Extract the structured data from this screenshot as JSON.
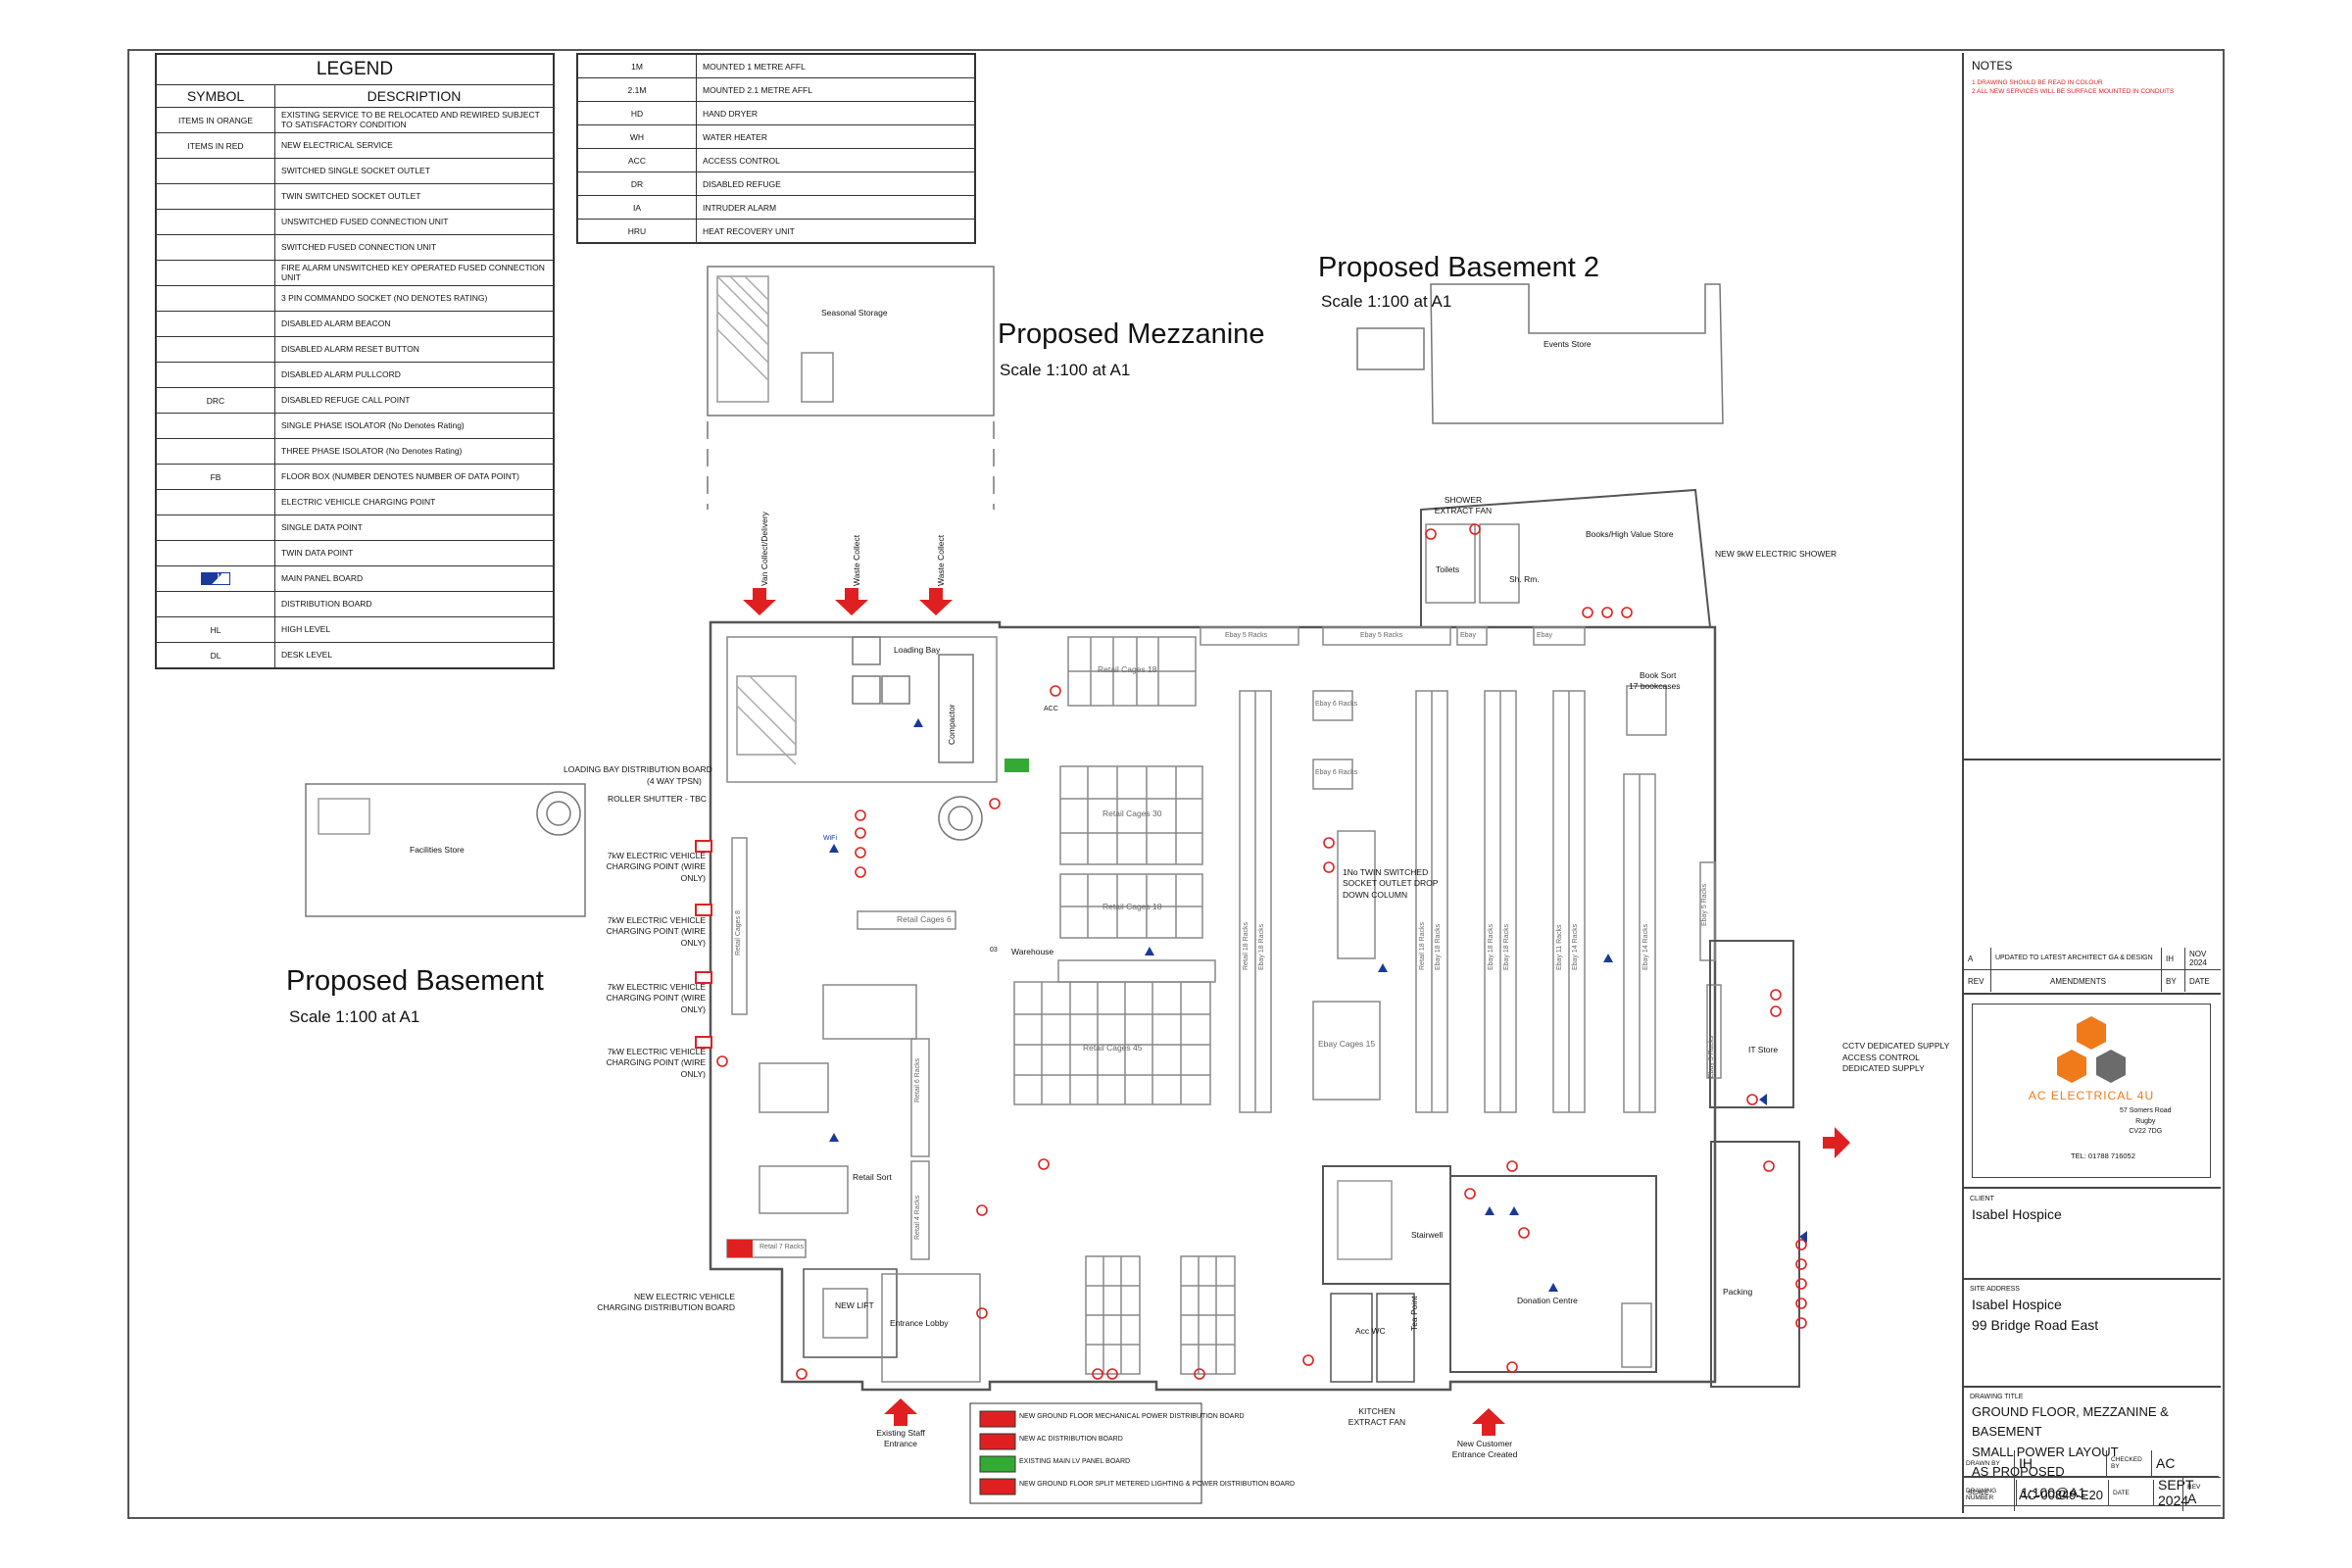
{
  "legend": {
    "title": "LEGEND",
    "col_symbol": "SYMBOL",
    "col_description": "DESCRIPTION",
    "rows": [
      {
        "symbol": "ITEMS IN ORANGE",
        "description": "EXISTING SERVICE TO BE RELOCATED AND REWIRED SUBJECT TO SATISFACTORY CONDITION"
      },
      {
        "symbol": "ITEMS IN RED",
        "description": "NEW ELECTRICAL SERVICE"
      },
      {
        "symbol": "",
        "description": "SWITCHED SINGLE SOCKET OUTLET"
      },
      {
        "symbol": "",
        "description": "TWIN SWITCHED SOCKET OUTLET"
      },
      {
        "symbol": "",
        "description": "UNSWITCHED FUSED CONNECTION UNIT"
      },
      {
        "symbol": "",
        "description": "SWITCHED FUSED CONNECTION UNIT"
      },
      {
        "symbol": "",
        "description": "FIRE ALARM UNSWITCHED KEY OPERATED FUSED CONNECTION UNIT"
      },
      {
        "symbol": "",
        "description": "3 PIN COMMANDO SOCKET (NO DENOTES RATING)"
      },
      {
        "symbol": "",
        "description": "DISABLED ALARM BEACON"
      },
      {
        "symbol": "",
        "description": "DISABLED ALARM RESET BUTTON"
      },
      {
        "symbol": "",
        "description": "DISABLED ALARM PULLCORD"
      },
      {
        "symbol": "DRC",
        "description": "DISABLED REFUGE CALL POINT"
      },
      {
        "symbol": "",
        "description": "SINGLE PHASE ISOLATOR (No Denotes Rating)"
      },
      {
        "symbol": "",
        "description": "THREE PHASE ISOLATOR (No Denotes Rating)"
      },
      {
        "symbol": "FB",
        "description": "FLOOR BOX (NUMBER DENOTES NUMBER OF DATA POINT)"
      },
      {
        "symbol": "",
        "description": "ELECTRIC VEHICLE CHARGING POINT"
      },
      {
        "symbol": "",
        "description": "SINGLE DATA POINT"
      },
      {
        "symbol": "",
        "description": "TWIN DATA POINT"
      },
      {
        "symbol": "MP",
        "description": "MAIN PANEL BOARD"
      },
      {
        "symbol": "",
        "description": "DISTRIBUTION BOARD"
      },
      {
        "symbol": "HL",
        "description": "HIGH LEVEL"
      },
      {
        "symbol": "DL",
        "description": "DESK LEVEL"
      }
    ]
  },
  "abbreviations": [
    {
      "code": "1M",
      "meaning": "MOUNTED 1 METRE AFFL"
    },
    {
      "code": "2.1M",
      "meaning": "MOUNTED 2.1 METRE AFFL"
    },
    {
      "code": "HD",
      "meaning": "HAND DRYER"
    },
    {
      "code": "WH",
      "meaning": "WATER HEATER"
    },
    {
      "code": "ACC",
      "meaning": "ACCESS CONTROL"
    },
    {
      "code": "DR",
      "meaning": "DISABLED REFUGE"
    },
    {
      "code": "IA",
      "meaning": "INTRUDER ALARM"
    },
    {
      "code": "HRU",
      "meaning": "HEAT RECOVERY UNIT"
    }
  ],
  "plan": {
    "mezzanine_title": "Proposed Mezzanine",
    "mezzanine_scale": "Scale 1:100 at A1",
    "basement2_title": "Proposed Basement 2",
    "basement2_scale": "Scale 1:100 at A1",
    "basement_title": "Proposed Basement",
    "basement_scale": "Scale 1:100 at A1",
    "rooms": {
      "seasonal_storage": "Seasonal Storage",
      "events_store": "Events Store",
      "facilities_store": "Facilities Store",
      "loading_bay": "Loading Bay",
      "compactor": "Compactor",
      "warehouse": "Warehouse",
      "retail_sort": "Retail Sort",
      "entrance_lobby": "Entrance Lobby",
      "new_lift": "NEW LIFT",
      "stairwell": "Stairwell",
      "donation_centre": "Donation Centre",
      "packing": "Packing",
      "it_store": "IT Store",
      "books_store": "Books/High Value Store",
      "toilets": "Toilets",
      "shower_room": "Sh. Rm.",
      "acc_wc": "Acc WC",
      "tea_point": "Tea Point",
      "book_sort": "Book Sort",
      "bookcases": "17 bookcases"
    },
    "cages": {
      "c18": "Retail Cages 18",
      "c30": "Retail Cages 30",
      "c18b": "Retail Cages 18",
      "c6": "Retail Cages 6",
      "c45": "Retail Cages 45",
      "ebay15": "Ebay Cages 15"
    },
    "racks": {
      "ebay5a": "Ebay 5 Racks",
      "ebay5b": "Ebay 5 Racks",
      "ebay_a": "Ebay",
      "ebay_b": "Ebay",
      "ebay6a": "Ebay 6 Racks",
      "ebay6b": "Ebay 6 Racks",
      "retail18": "Retail 18 Racks",
      "ebay18": "Ebay 18 Racks",
      "retail18b": "Retail 18 Racks",
      "ebay18b": "Ebay 18 Racks",
      "ebay18c": "Ebay 18 Racks",
      "ebay18d": "Ebay 18 Racks",
      "ebay11": "Ebay 11 Racks",
      "ebay14a": "Ebay 14 Racks",
      "ebay14b": "Ebay 14 Racks",
      "ebay5c": "Ebay 5 Racks",
      "ebay5d": "Ebay 5 Racks",
      "retail8": "Retail Cages 8",
      "retail6": "Retail 6 Racks",
      "retail4": "Retail 4 Racks",
      "retail7": "Retail 7 Racks"
    },
    "annotations": {
      "van_collect": "Van Collect/Delivery",
      "waste1": "Waste Collect",
      "waste2": "Waste Collect",
      "loading_db": "LOADING BAY DISTRIBUTION BOARD",
      "loading_db2": "(4 WAY TPSN)",
      "roller_shutter": "ROLLER SHUTTER - TBC",
      "ev1": "7kW ELECTRIC VEHICLE CHARGING POINT (WIRE ONLY)",
      "ev2": "7kW ELECTRIC VEHICLE CHARGING POINT (WIRE ONLY)",
      "ev3": "7kW ELECTRIC VEHICLE CHARGING POINT (WIRE ONLY)",
      "ev4": "7kW ELECTRIC VEHICLE CHARGING POINT (WIRE ONLY)",
      "ev_db": "NEW ELECTRIC VEHICLE CHARGING DISTRIBUTION BOARD",
      "twin_socket": "1No TWIN SWITCHED SOCKET OUTLET DROP DOWN COLUMN",
      "shower_fan": "SHOWER EXTRACT FAN",
      "electric_shower": "NEW 9kW ELECTRIC SHOWER",
      "cctv": "CCTV DEDICATED SUPPLY",
      "access_control": "ACCESS CONTROL DEDICATED SUPPLY",
      "kitchen_fan": "KITCHEN EXTRACT FAN",
      "staff_entrance": "Existing Staff Entrance",
      "customer_entrance": "New Customer Entrance Created",
      "wifi": "WiFi",
      "acc": "ACC",
      "room_no": "03"
    },
    "db_key": [
      "NEW GROUND FLOOR MECHANICAL POWER DISTRIBUTION BOARD",
      "NEW AC DISTRIBUTION BOARD",
      "EXISTING MAIN LV PANEL BOARD",
      "NEW GROUND FLOOR SPLIT METERED LIGHTING & POWER DISTRIBUTION BOARD"
    ]
  },
  "title_block": {
    "notes_heading": "NOTES",
    "notes": [
      "1    DRAWING SHOULD BE READ IN COLOUR",
      "2    ALL NEW SERVICES WILL BE SURFACE MOUNTED IN CONDUITS"
    ],
    "amendment": {
      "rev": "A",
      "text": "UPDATED TO LATEST ARCHITECT GA & DESIGN",
      "by": "IH",
      "date": "NOV 2024"
    },
    "amend_headers": {
      "rev": "REV",
      "amendments": "AMENDMENTS",
      "by": "BY",
      "date": "DATE"
    },
    "company": {
      "name": "AC ELECTRICAL 4U",
      "address1": "57 Somers Road",
      "address2": "Rugby",
      "address3": "CV22 7DG",
      "tel": "TEL: 01788 716052"
    },
    "client_label": "CLIENT",
    "client": "Isabel Hospice",
    "site_label": "SITE ADDRESS",
    "site1": "Isabel Hospice",
    "site2": "99 Bridge Road East",
    "drawing_title_label": "DRAWING TITLE",
    "drawing_title": [
      "GROUND FLOOR, MEZZANINE &",
      "BASEMENT",
      "SMALL POWER LAYOUT",
      "AS PROPOSED"
    ],
    "scale_label": "SCALE",
    "scale": "1:100@A1",
    "date_label": "DATE",
    "date": "SEPT 2024",
    "drawn_label": "DRAWN BY",
    "drawn": "IH",
    "checked_label": "CHECKED BY",
    "checked": "AC",
    "number_label": "DRAWING NUMBER",
    "number": "AC-00849-E20",
    "rev_label": "REV",
    "rev": "A"
  },
  "colors": {
    "red": "#e02020",
    "blue": "#1a3a9a",
    "green": "#33aa33",
    "orange": "#f07a1a",
    "grey": "#6b6b6b"
  }
}
